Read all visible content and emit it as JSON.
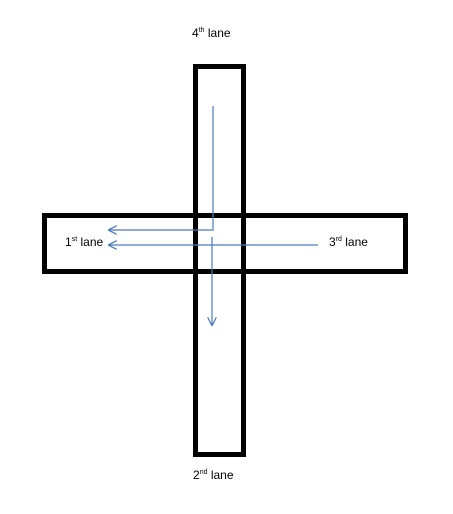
{
  "colors": {
    "road_outline": "#000000",
    "background": "#ffffff",
    "arrow": "#4a7bbf"
  },
  "lanes": {
    "first": {
      "number": "1",
      "suffix": "st",
      "word": "lane"
    },
    "second": {
      "number": "2",
      "suffix": "nd",
      "word": "lane"
    },
    "third": {
      "number": "3",
      "suffix": "rd",
      "word": "lane"
    },
    "fourth": {
      "number": "4",
      "suffix": "th",
      "word": "lane"
    }
  }
}
